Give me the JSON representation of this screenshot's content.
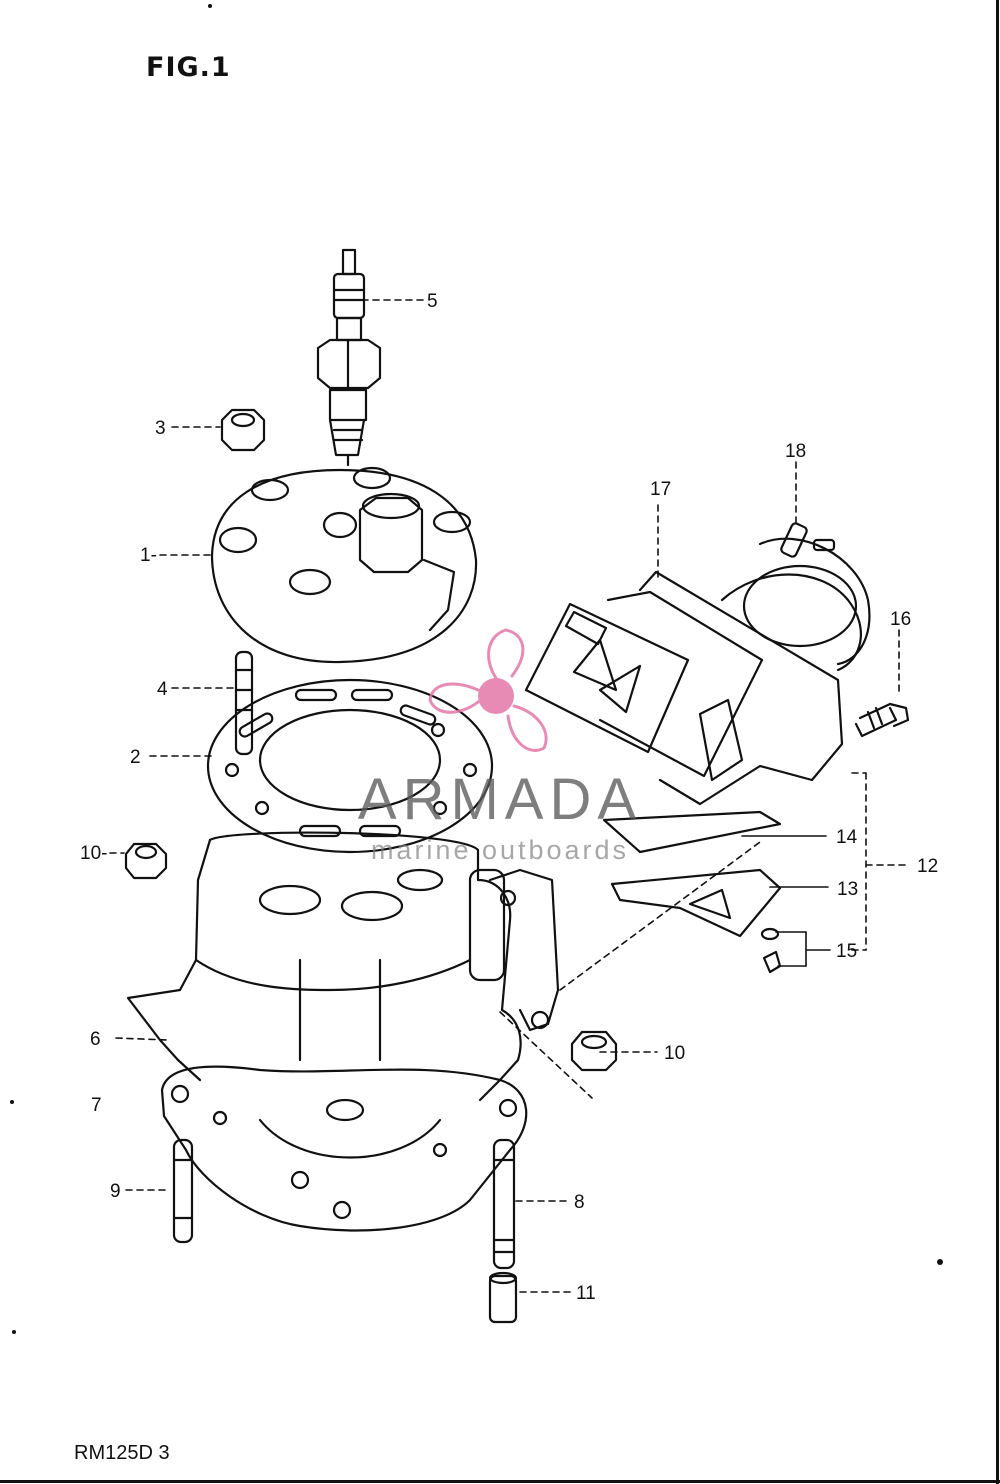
{
  "figure": {
    "title": "FIG.1",
    "footer_code": "RM125D  3"
  },
  "callouts": [
    {
      "id": "c1",
      "label": "1-"
    },
    {
      "id": "c2",
      "label": "2"
    },
    {
      "id": "c3",
      "label": "3"
    },
    {
      "id": "c4",
      "label": "4"
    },
    {
      "id": "c5",
      "label": "5"
    },
    {
      "id": "c6",
      "label": "6"
    },
    {
      "id": "c7",
      "label": "7"
    },
    {
      "id": "c8",
      "label": "8"
    },
    {
      "id": "c9",
      "label": "9"
    },
    {
      "id": "c10a",
      "label": "10-"
    },
    {
      "id": "c10b",
      "label": "10"
    },
    {
      "id": "c11",
      "label": "11"
    },
    {
      "id": "c12",
      "label": "12"
    },
    {
      "id": "c13",
      "label": "13"
    },
    {
      "id": "c14",
      "label": "14"
    },
    {
      "id": "c15",
      "label": "15"
    },
    {
      "id": "c16",
      "label": "16"
    },
    {
      "id": "c17",
      "label": "17"
    },
    {
      "id": "c18",
      "label": "18"
    }
  ],
  "watermark": {
    "brand": "ARMADA",
    "tagline": "marine outboards",
    "logo_icon": "propeller-icon",
    "color": "#e377a8"
  },
  "colors": {
    "line": "#111111",
    "background": "#ffffff"
  }
}
